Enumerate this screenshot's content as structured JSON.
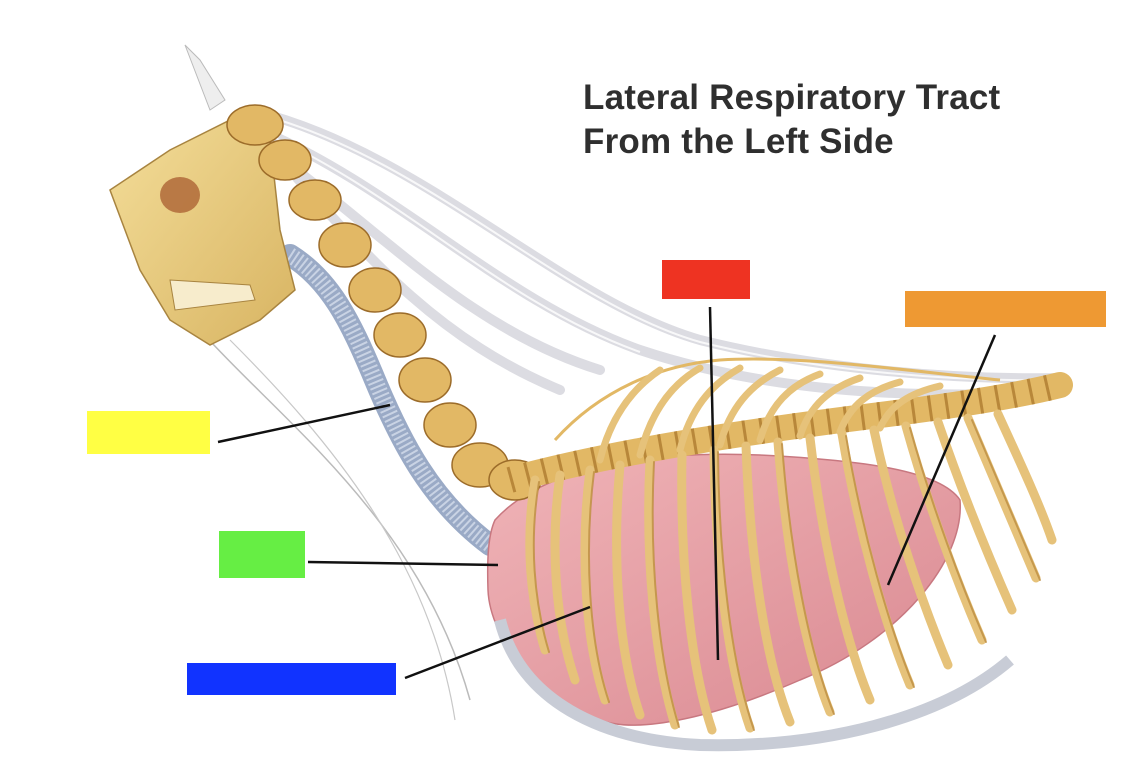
{
  "title": {
    "line1": "Lateral Respiratory Tract",
    "line2": "From the Left Side"
  },
  "label_boxes": [
    {
      "id": "yellow",
      "color": "#ffff44"
    },
    {
      "id": "green",
      "color": "#66ee44"
    },
    {
      "id": "blue",
      "color": "#1133ff"
    },
    {
      "id": "red",
      "color": "#ee3322"
    },
    {
      "id": "orange",
      "color": "#ee9933"
    }
  ],
  "colors": {
    "bone": "#e6c27a",
    "bone_shadow": "#b8873a",
    "ligament": "#e8e8ec",
    "trachea": "#aab8d0",
    "lung": "#e9a0a6",
    "leader_line": "#111111"
  }
}
